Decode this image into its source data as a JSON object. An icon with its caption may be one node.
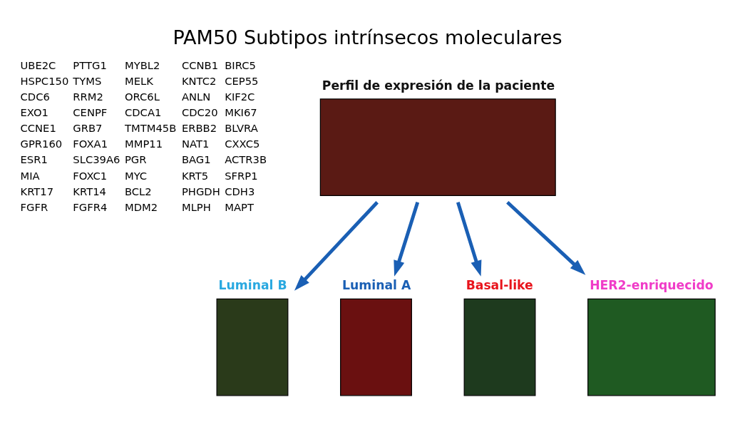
{
  "diagram": {
    "title": "PAM50 Subtipos intrínsecos moleculares",
    "nodes": [
      {
        "text": [
          "Perfil de expresión de la paciente"
        ]
      },
      {
        "text": [
          "Luminal B"
        ]
      },
      {
        "text": [
          "Luminal A"
        ]
      },
      {
        "text": [
          "Basal-like"
        ]
      },
      {
        "text": [
          "HER2-enriquecido"
        ]
      }
    ],
    "edges": [
      {
        "from": 0,
        "to": 1,
        "arrow": "to"
      },
      {
        "from": 0,
        "to": 2,
        "arrow": "to"
      },
      {
        "from": 0,
        "to": 3,
        "arrow": "to"
      },
      {
        "from": 0,
        "to": 4,
        "arrow": "to"
      }
    ],
    "labels": [
      "UBE2C",
      "PTTG1",
      "MYBL2",
      "CCNB1",
      "BIRC5",
      "HSPC150",
      "TYMS",
      "MELK",
      "KNTC2",
      "CEP55",
      "CDC6",
      "RRM2",
      "ORC6L",
      "ANLN",
      "KIF2C",
      "EXO1",
      "CENPF",
      "CDCA1",
      "CDC20",
      "MKI67",
      "CCNE1",
      "GRB7",
      "TMTM45B",
      "ERBB2",
      "BLVRA",
      "GPR160",
      "FOXA1",
      "MMP11",
      "NAT1",
      "CXXC5",
      "ESR1",
      "SLC39A6",
      "PGR",
      "BAG1",
      "ACTR3B",
      "MIA",
      "FOXC1",
      "MYC",
      "KRT5",
      "SFRP1",
      "KRT17",
      "KRT14",
      "BCL2",
      "PHGDH",
      "CDH3",
      "FGFR",
      "FGFR4",
      "MDM2",
      "MLPH",
      "MAPT"
    ]
  }
}
